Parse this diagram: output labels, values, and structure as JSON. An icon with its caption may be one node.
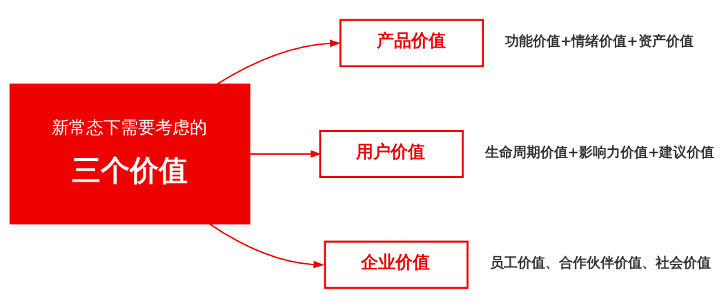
{
  "diagram": {
    "nodes": [
      {
        "text": [
          "新常态下需要考虑的",
          "三个价值"
        ]
      },
      {
        "text": [
          "产品价值"
        ],
        "beside": [
          "功能价值+情绪价值+资产价值"
        ]
      },
      {
        "text": [
          "用户价值"
        ],
        "beside": [
          "生命周期价值+影响力价值+建议价值"
        ]
      },
      {
        "text": [
          "企业价值"
        ],
        "beside": [
          "员工价值、合作伙伴价值、社会价值"
        ]
      }
    ],
    "edges": [
      {
        "from": 0,
        "to": 1,
        "arrow": "to"
      },
      {
        "from": 0,
        "to": 2,
        "arrow": "to"
      },
      {
        "from": 0,
        "to": 3,
        "arrow": "to"
      }
    ]
  }
}
